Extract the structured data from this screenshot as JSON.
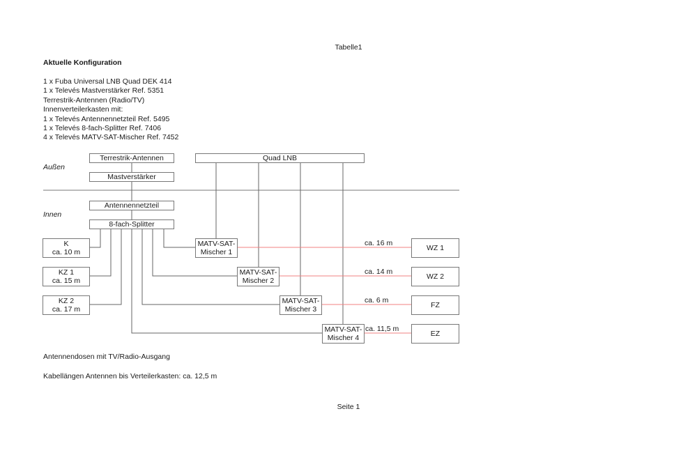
{
  "page": {
    "header": "Tabelle1",
    "footer": "Seite 1"
  },
  "config": {
    "title": "Aktuelle Konfiguration",
    "items": [
      "1 x Fuba Universal LNB Quad DEK 414",
      "1 x Televés Mastverstärker Ref. 5351",
      "Terrestrik-Antennen (Radio/TV)",
      "Innenverteilerkasten mit:",
      "1 x Televés Antennennetzteil Ref. 5495",
      "1 x Televés 8-fach-Splitter Ref. 7406",
      "4 x Televés MATV-SAT-Mischer Ref. 7452"
    ]
  },
  "diagram": {
    "zones": {
      "outside": "Außen",
      "inside": "Innen"
    },
    "nodes": {
      "terrestrial": "Terrestrik-Antennen",
      "mast_amp": "Mastverstärker",
      "quad_lnb": "Quad LNB",
      "power_supply": "Antennennetzteil",
      "splitter": "8-fach-Splitter",
      "mixers": [
        {
          "line1": "MATV-SAT-",
          "line2": "Mischer 1"
        },
        {
          "line1": "MATV-SAT-",
          "line2": "Mischer 2"
        },
        {
          "line1": "MATV-SAT-",
          "line2": "Mischer 3"
        },
        {
          "line1": "MATV-SAT-",
          "line2": "Mischer 4"
        }
      ],
      "rooms_left": [
        {
          "name": "K",
          "length": "ca. 10 m"
        },
        {
          "name": "KZ 1",
          "length": "ca. 15 m"
        },
        {
          "name": "KZ 2",
          "length": "ca. 17 m"
        }
      ],
      "rooms_right": [
        {
          "name": "WZ 1",
          "length": "ca. 16 m"
        },
        {
          "name": "WZ 2",
          "length": "ca. 14 m"
        },
        {
          "name": "FZ",
          "length": "ca. 6 m"
        },
        {
          "name": "EZ",
          "length": "ca. 11,5 m"
        }
      ]
    },
    "colors": {
      "line": "#555555",
      "sat_cable": "#f08080",
      "box_border": "#777777"
    }
  },
  "notes": {
    "sockets": "Antennendosen mit TV/Radio-Ausgang",
    "cable_length": "Kabellängen Antennen bis Verteilerkasten: ca. 12,5 m"
  }
}
